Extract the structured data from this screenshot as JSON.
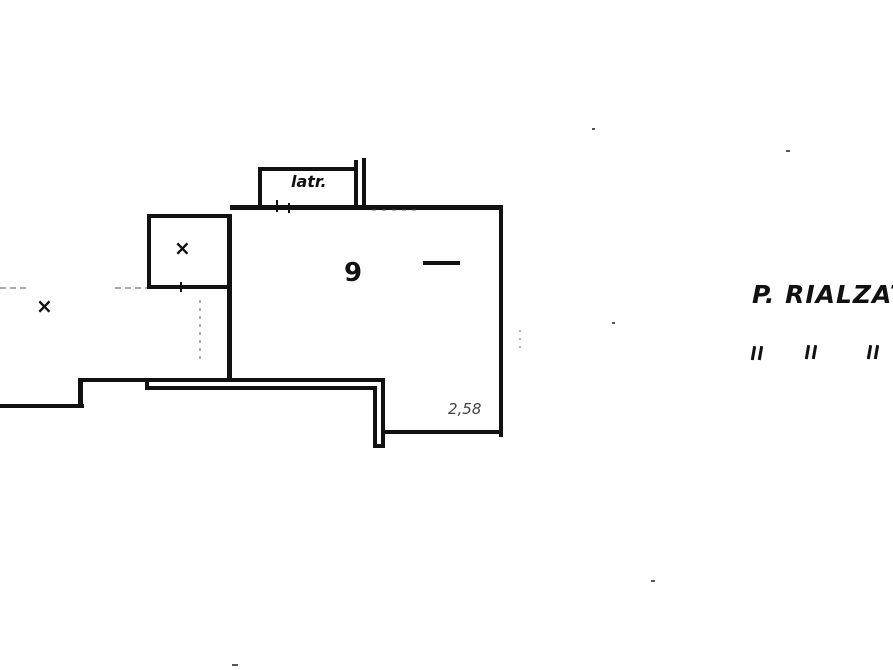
{
  "floor_label": "P. RIALZAT",
  "ditto_marks": [
    "\"",
    "\"",
    "\""
  ],
  "rooms": {
    "latrine_label": "latr.",
    "main_room_number": "9",
    "small_room_mark": "×",
    "left_room_mark": "×"
  },
  "annotations": {
    "dimension_note": "2,58"
  },
  "colors": {
    "ink": "#111111",
    "paper": "#ffffff"
  }
}
